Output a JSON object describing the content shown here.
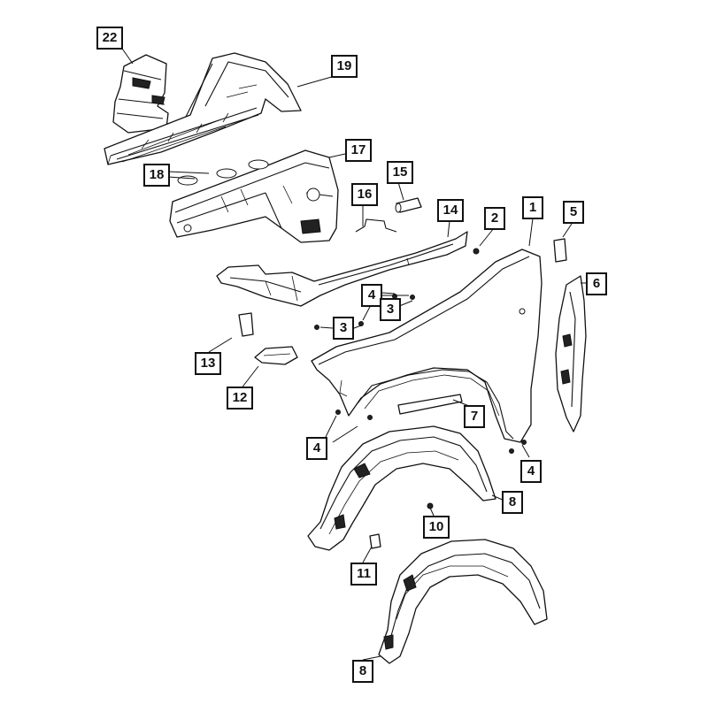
{
  "diagram": {
    "callouts": {
      "c22": "22",
      "c19": "19",
      "c17": "17",
      "c18": "18",
      "c15": "15",
      "c16": "16",
      "c14": "14",
      "c2": "2",
      "c1": "1",
      "c5": "5",
      "c6": "6",
      "c4a": "4",
      "c3a": "3",
      "c3b": "3",
      "c13": "13",
      "c12": "12",
      "c7": "7",
      "c4b": "4",
      "c4c": "4",
      "c8a": "8",
      "c10": "10",
      "c11": "11",
      "c8b": "8"
    }
  }
}
